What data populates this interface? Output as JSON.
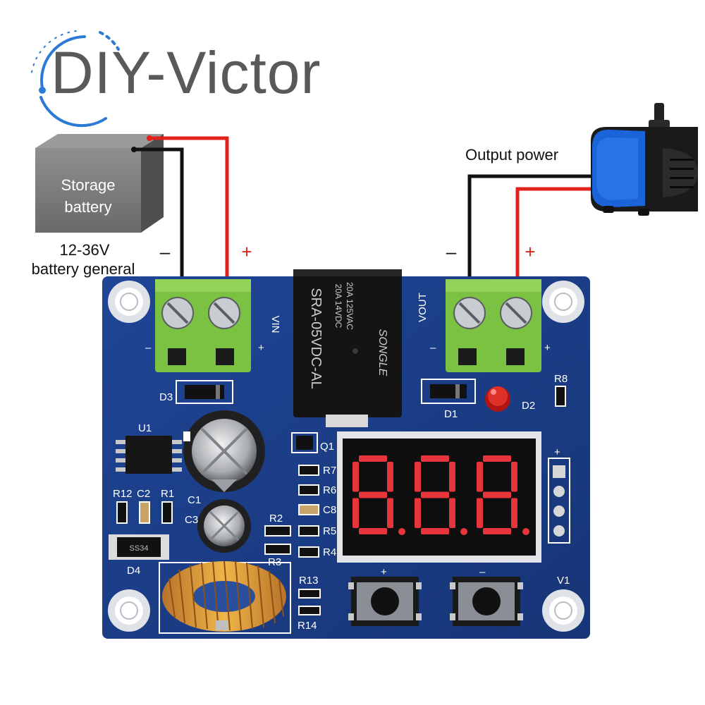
{
  "logo": {
    "text": "DIY-Victor",
    "color": "#595959",
    "ring_color": "#2b7bd6"
  },
  "battery": {
    "label_line1": "Storage",
    "label_line2": "battery",
    "spec_line1": "12-36V",
    "spec_line2": "battery general",
    "neg_sign": "–",
    "pos_sign": "+"
  },
  "output": {
    "label": "Output power",
    "neg_sign": "–",
    "pos_sign": "+"
  },
  "board": {
    "vin": "VIN",
    "vout": "VOUT",
    "vin_minus": "–",
    "vin_plus": "+",
    "vout_minus": "–",
    "vout_plus": "+",
    "relay_line1": "SRA-05VDC-AL",
    "relay_line2": "20A 14VDC",
    "relay_line3": "20A 125VAC",
    "relay_brand": "SONGLE",
    "display_digits": "888",
    "header_plus": "+",
    "btn_plus": "+",
    "btn_minus": "–",
    "refs": {
      "d3": "D3",
      "d1": "D1",
      "d2": "D2",
      "d4": "D4",
      "u1": "U1",
      "q1": "Q1",
      "r8": "R8",
      "r7": "R7",
      "r6": "R6",
      "c8": "C8",
      "r5": "R5",
      "r4": "R4",
      "r12": "R12",
      "c2": "C2",
      "r1": "R1",
      "c1": "C1",
      "c3": "C3",
      "r2": "R2",
      "r3": "R3",
      "r13": "R13",
      "r14": "R14",
      "v1": "V1",
      "d4_chip": "SS34"
    }
  },
  "colors": {
    "pcb": "#1d3f8a",
    "terminal": "#7cc242",
    "wire_red": "#e0211c",
    "wire_black": "#111111",
    "display": "#e8353c",
    "pump_blue": "#1b63d8"
  }
}
